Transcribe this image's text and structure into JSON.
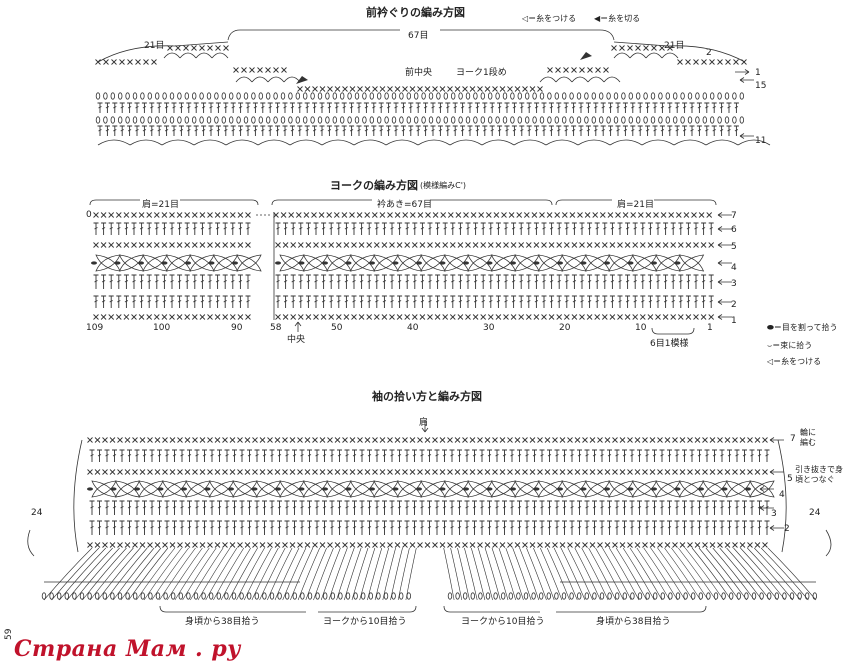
{
  "top": {
    "title": "前衿ぐりの編み方図",
    "legend_attach": "◁＝糸をつける",
    "legend_cut": "◀＝糸を切る",
    "label_left_21": "21目",
    "label_67": "67目",
    "label_right_21": "21目",
    "label_front_center": "前中央",
    "label_yoke_row1": "ヨーク1段め",
    "row_1": "1",
    "row_2": "2",
    "row_15": "15",
    "row_11": "11"
  },
  "yoke": {
    "title": "ヨークの編み方図",
    "subtitle": "(模様編みC')",
    "label_shoulder_left": "肩=21目",
    "label_neck_opening": "衿あき=67目",
    "label_shoulder_right": "肩=21目",
    "rows": [
      "7",
      "6",
      "5",
      "4",
      "3",
      "2",
      "1"
    ],
    "bottom_numbers": [
      "109",
      "100",
      "90",
      "58",
      "50",
      "40",
      "30",
      "20",
      "10",
      "1"
    ],
    "label_center": "中央",
    "label_repeat": "6目1模様",
    "stitch_zero": "0"
  },
  "legend": {
    "split_pick": "＝目を割って拾う",
    "bundle_pick": "＝束に拾う",
    "attach": "◁＝糸をつける"
  },
  "sleeve": {
    "title": "袖の拾い方と編み方図",
    "label_shoulder": "肩",
    "rows": [
      "7",
      "5",
      "4",
      "3",
      "2"
    ],
    "note_ring": "輪に編む",
    "note_join": "引き抜きで身頃とつなぐ",
    "left_24": "24",
    "right_24": "24",
    "label_body_left": "身頃から38目拾う",
    "label_yoke_left": "ヨークから10目拾う",
    "label_yoke_right": "ヨークから10目拾う",
    "label_body_right": "身頃から38目拾う"
  },
  "page_number": "59",
  "watermark": "Страна Мам . ру"
}
